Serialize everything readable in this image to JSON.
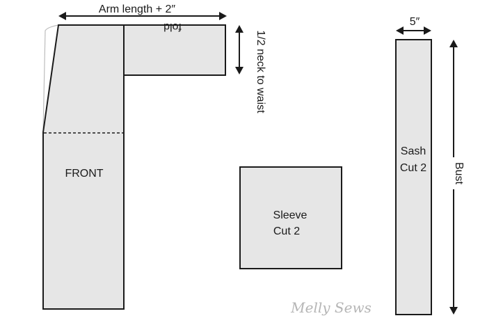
{
  "labels": {
    "arm_length": "Arm length + 2″",
    "fold": "fold",
    "neck_to_waist": "1/2 neck to waist",
    "front": "FRONT",
    "sleeve_line1": "Sleeve",
    "sleeve_line2": "Cut 2",
    "sash_width": "5″",
    "sash_line1": "Sash",
    "sash_line2": "Cut 2",
    "bust": "Bust",
    "watermark": "Melly Sews"
  },
  "colors": {
    "piece_fill": "#e6e6e6",
    "outline": "#1a1a1a",
    "watermark": "#b5b5b5"
  }
}
